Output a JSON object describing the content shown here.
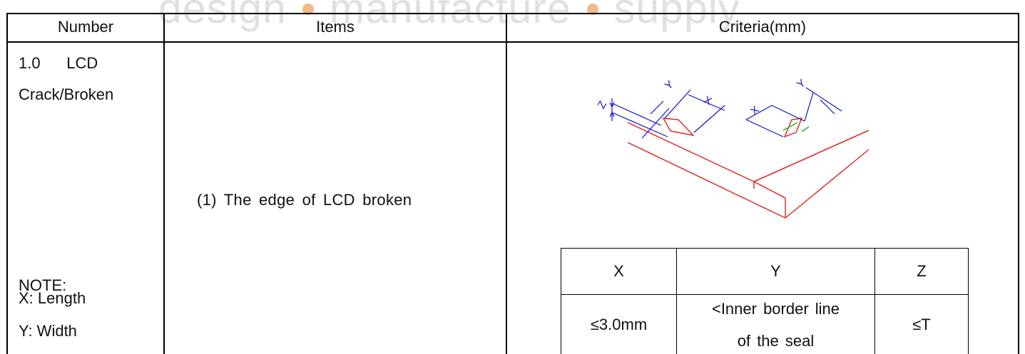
{
  "watermark": {
    "words": [
      "design",
      "manufacture",
      "supply"
    ]
  },
  "headers": {
    "number": "Number",
    "items": "Items",
    "criteria": "Criteria(mm)"
  },
  "row": {
    "number_line1": "1.0      LCD",
    "number_line2": "Crack/Broken",
    "item": "(1) The edge of LCD broken",
    "note_title": "NOTE:",
    "note_x": "X:  Length",
    "note_y": "Y:  Width"
  },
  "diagram": {
    "labels": [
      "X",
      "Y",
      "Z",
      "X",
      "Y"
    ],
    "colors": {
      "outline": "#e02020",
      "dimension": "#1010d0",
      "accent": "#22b022"
    }
  },
  "criteria_table": {
    "headers": [
      "X",
      "Y",
      "Z"
    ],
    "values": {
      "x": "≤3.0mm",
      "y_line1": "<Inner border line",
      "y_line2": "of the seal",
      "z": "≤T"
    }
  }
}
